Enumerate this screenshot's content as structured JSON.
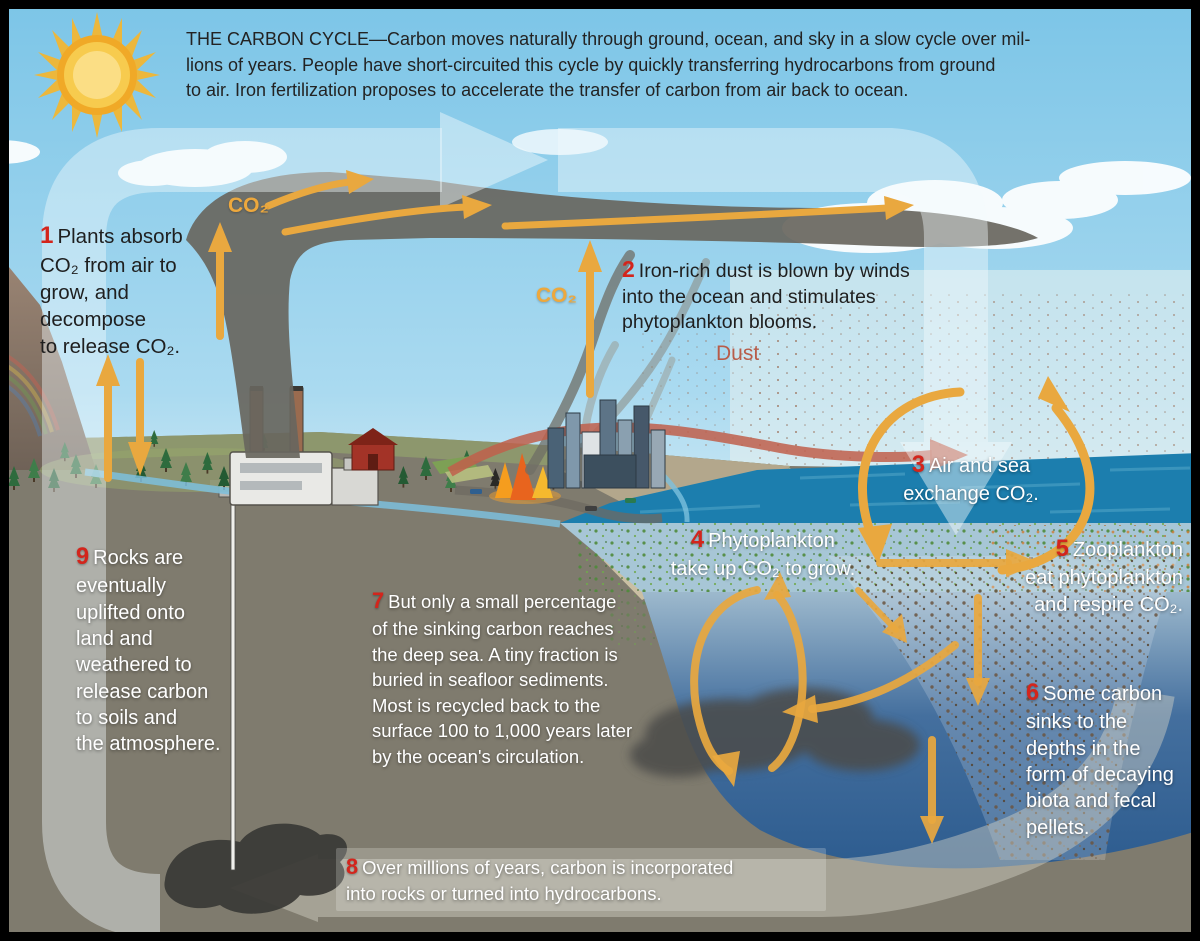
{
  "title": "THE CARBON CYCLE—Carbon moves naturally through ground, ocean, and sky in a slow cycle over mil-\nlions of years. People have short-circuited this cycle by quickly transferring hydrocarbons from ground\nto air. Iron fertilization proposes to accelerate the transfer of carbon from air back to ocean.",
  "labels": {
    "co2_smokestack": "CO₂",
    "co2_city": "CO₂",
    "dust": "Dust"
  },
  "steps": [
    {
      "num": "1",
      "text": "Plants absorb\nCO₂ from air to\ngrow, and\ndecompose\nto release CO₂."
    },
    {
      "num": "2",
      "text": "Iron-rich dust is blown by winds\ninto the ocean and stimulates\nphytoplankton blooms."
    },
    {
      "num": "3",
      "text": "Air and sea\nexchange CO₂."
    },
    {
      "num": "4",
      "text": "Phytoplankton\ntake up CO₂ to grow."
    },
    {
      "num": "5",
      "text": "Zooplankton\neat phytoplankton\nand respire CO₂."
    },
    {
      "num": "6",
      "text": "Some carbon\nsinks to the\ndepths in the\nform of decaying\nbiota and fecal\npellets."
    },
    {
      "num": "7",
      "text": "But only a small percentage\nof the sinking carbon reaches\nthe deep sea. A tiny fraction is\nburied in seafloor sediments.\nMost is recycled back to the\nsurface 100 to 1,000 years later\nby the ocean's circulation."
    },
    {
      "num": "8",
      "text": "Over millions of years, carbon is incorporated\ninto rocks or turned into hydrocarbons."
    },
    {
      "num": "9",
      "text": "Rocks are\neventually\nuplifted onto\nland and\nweathered to\nrelease carbon\nto soils and\nthe atmosphere."
    }
  ],
  "colors": {
    "step_number_red": "#d3251c",
    "co2_label_orange": "#eda83d",
    "dust_label": "#b85c49",
    "orange_arrow": "#e9a83f",
    "dust_arrow": "#bf5f4b",
    "sky_blue": "#7fc6e7",
    "ocean_surface_teal": "#1c7eae",
    "deep_ocean_blue": "#2d5c8f",
    "ground_gray": "#7f7b6e",
    "cycle_band_white": "rgba(255,255,255,0.45)"
  }
}
